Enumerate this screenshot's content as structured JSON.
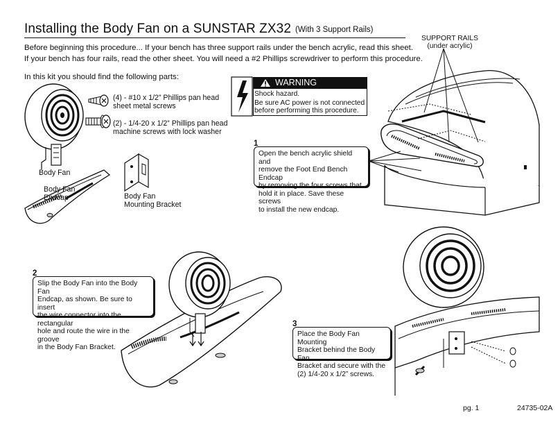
{
  "title": "Installing the Body Fan on a SUNSTAR ZX32",
  "subtitle": "(With 3 Support Rails)",
  "intro": {
    "line1": "Before beginning this procedure... If your bench has three support rails under the bench acrylic, read this sheet.",
    "line2": "If your bench has four rails, read the other sheet. You will need a #2 Phillips screwdriver to perform this procedure."
  },
  "kit_heading": "In this kit you should find the following parts:",
  "parts": {
    "screws_a_line1": "(4) - #10 x 1/2” Phillips pan head",
    "screws_a_line2": "sheet metal screws",
    "screws_b_line1": "(2) - 1/4-20 x 1/2” Phillips pan head",
    "screws_b_line2": "machine screws with lock washer",
    "body_fan": "Body Fan",
    "endcap_line1": "Body Fan",
    "endcap_line2": "Endcap",
    "bracket_line1": "Body Fan",
    "bracket_line2": "Mounting Bracket"
  },
  "support_rails": {
    "line1": "SUPPORT RAILS",
    "line2": "(under acrylic)"
  },
  "warning": {
    "heading": "WARNING",
    "line1": "Shock hazard.",
    "line2": "Be sure AC power is not connected",
    "line3": "before performing this procedure."
  },
  "steps": [
    {
      "number": "1",
      "line1": "Open the bench acrylic shield and",
      "line2": "remove the Foot End Bench Endcap",
      "line3": "by removing the four screws that",
      "line4": "hold it in place. Save these screws",
      "line5": "to install the new endcap."
    },
    {
      "number": "2",
      "line1": "Slip the Body Fan into the Body Fan",
      "line2": "Endcap, as shown. Be sure to insert",
      "line3": "the wire connector into the rectangular",
      "line4": "hole and route the wire in the groove",
      "line5": "in the Body Fan Bracket."
    },
    {
      "number": "3",
      "line1": "Place the Body Fan Mounting",
      "line2": "Bracket behind the Body Fan",
      "line3": "Bracket and secure with the",
      "line4": "(2) 1/4-20 x 1/2” screws."
    }
  ],
  "footer": {
    "page": "pg. 1",
    "code": "24735-02A"
  },
  "colors": {
    "ink": "#111111",
    "paper": "#ffffff",
    "shade": "#d8d8d8"
  },
  "icons": [
    "phillips-screw-icon",
    "machine-screw-icon",
    "lightning-bolt-icon",
    "warning-triangle-icon",
    "arrow-icon"
  ]
}
